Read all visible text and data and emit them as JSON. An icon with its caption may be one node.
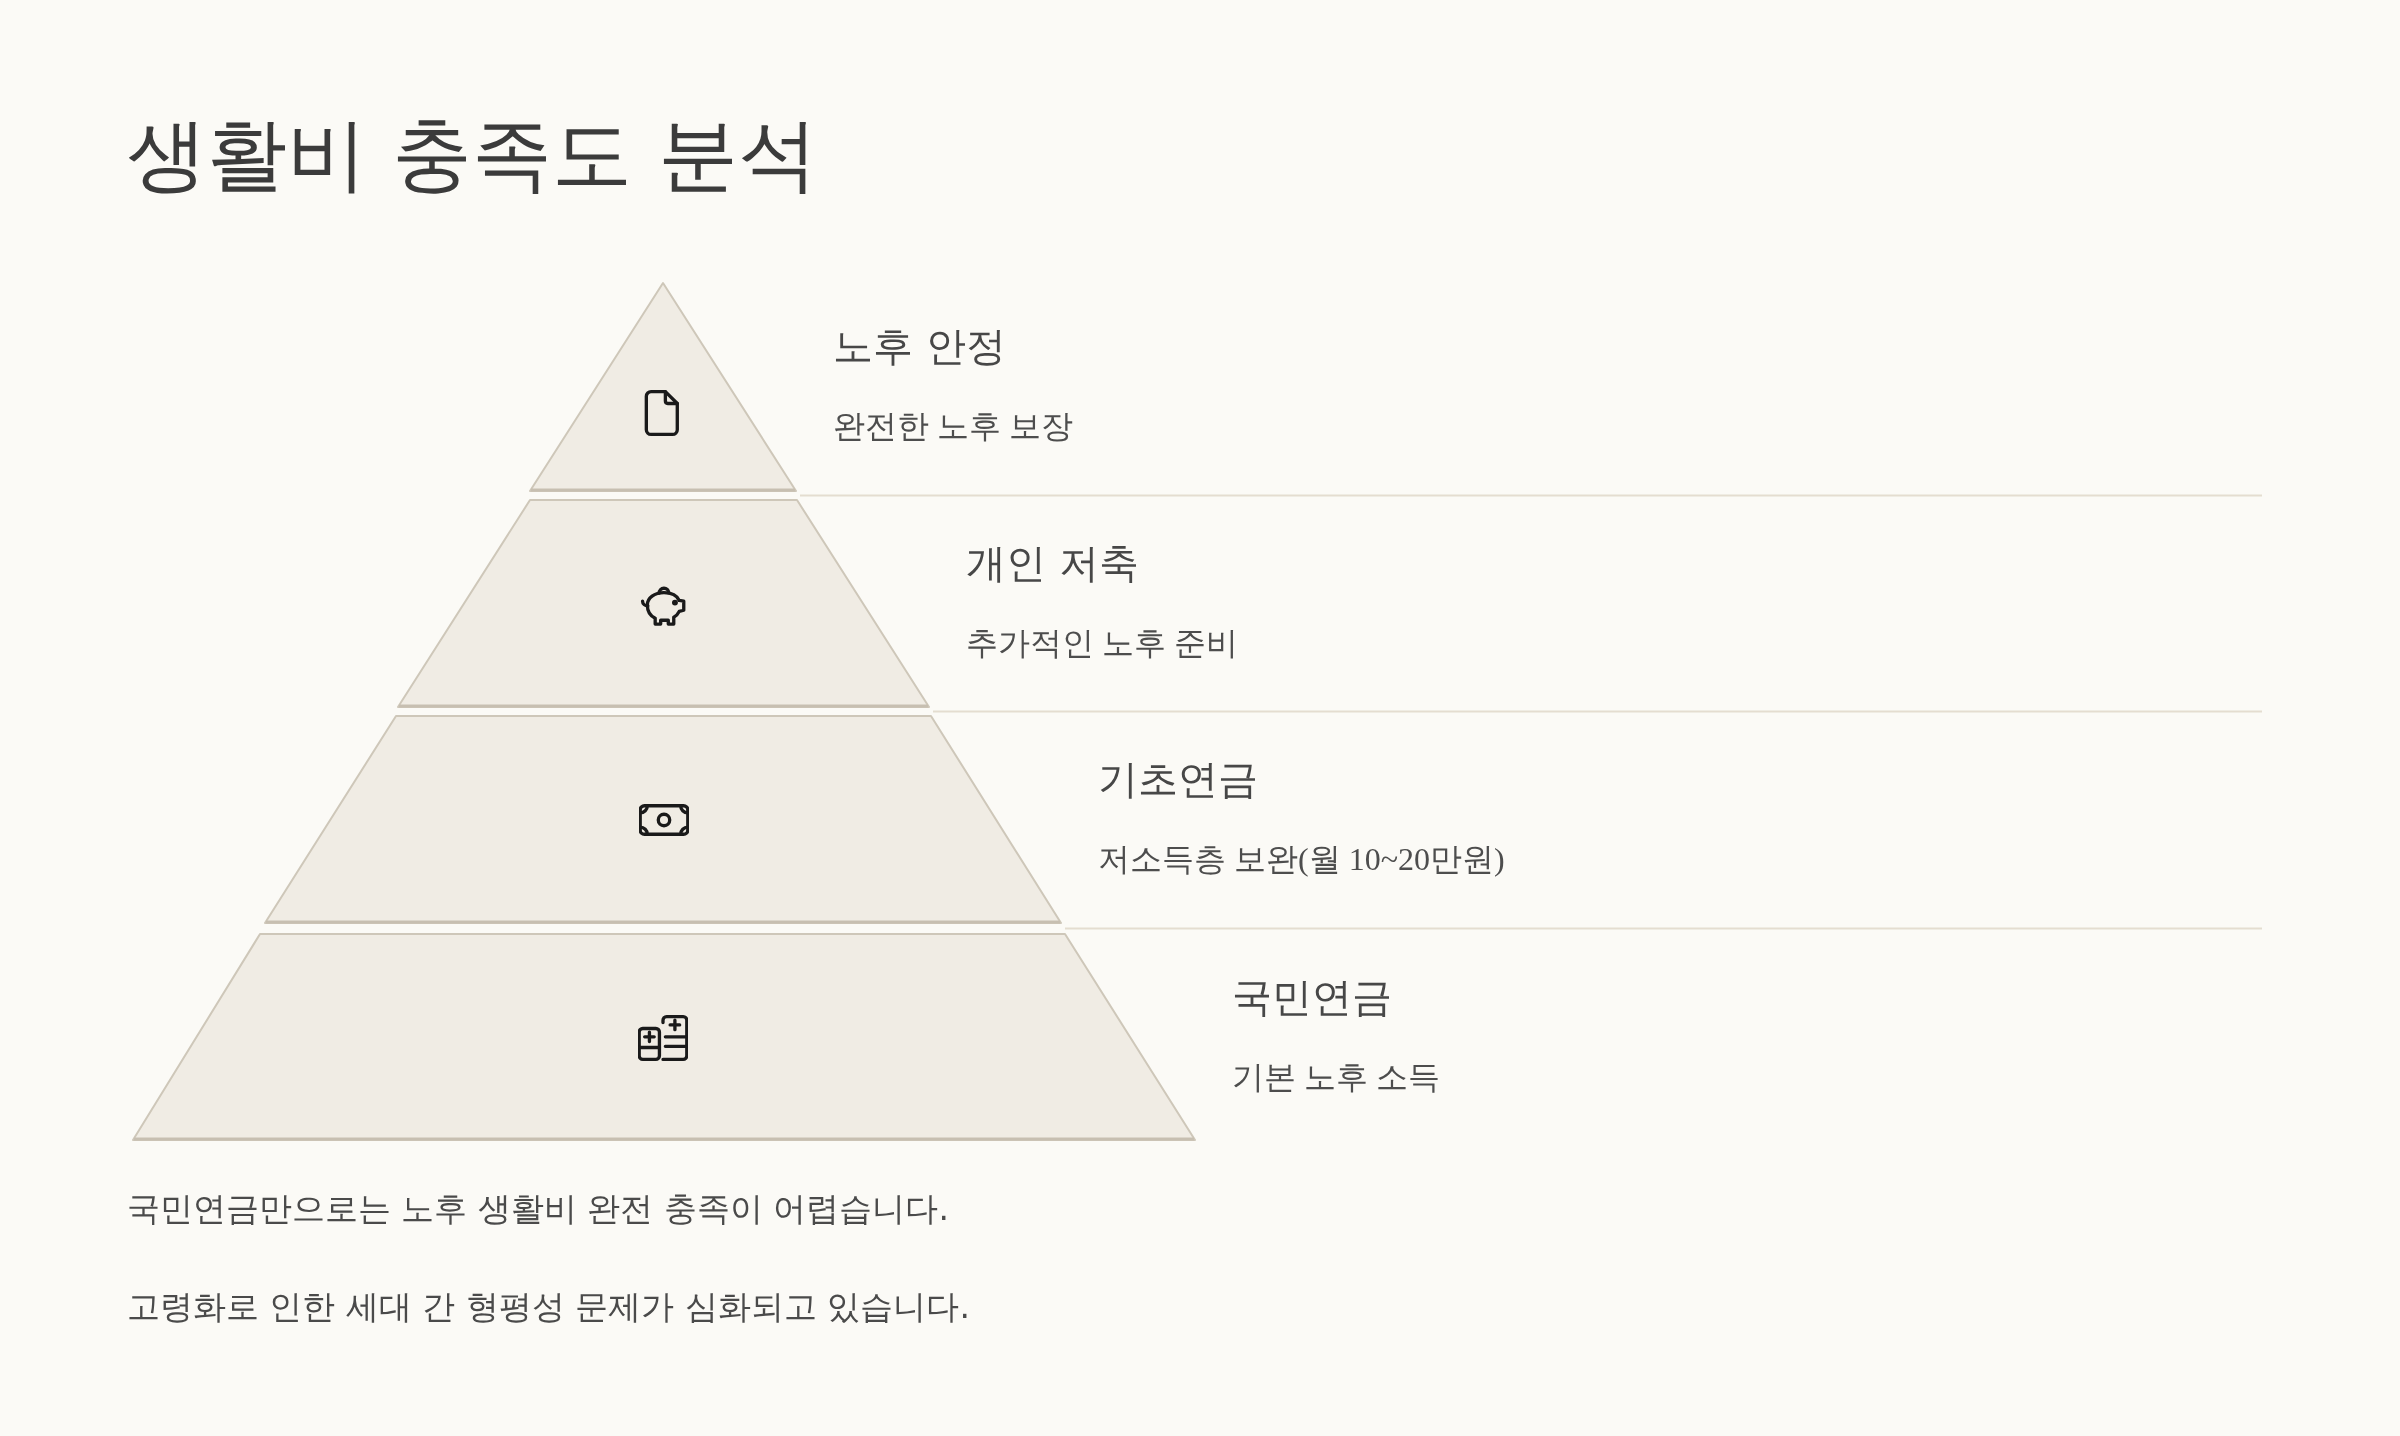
{
  "diagram": {
    "title": "생활비 충족도 분석",
    "nodes": [
      {
        "text": [
          "노후 안정",
          "완전한 노후 보장"
        ]
      },
      {
        "text": [
          "개인 저축",
          "추가적인 노후 준비"
        ]
      },
      {
        "text": [
          "기초연금",
          "저소득층 보완(월 10~20만원)"
        ]
      },
      {
        "text": [
          "국민연금",
          "기본 노후 소득"
        ]
      }
    ],
    "labels": [
      "국민연금만으로는 노후 생활비 완전 충족이 어렵습니다.",
      "고령화로 인한 세대 간 형평성 문제가 심화되고 있습니다."
    ]
  }
}
